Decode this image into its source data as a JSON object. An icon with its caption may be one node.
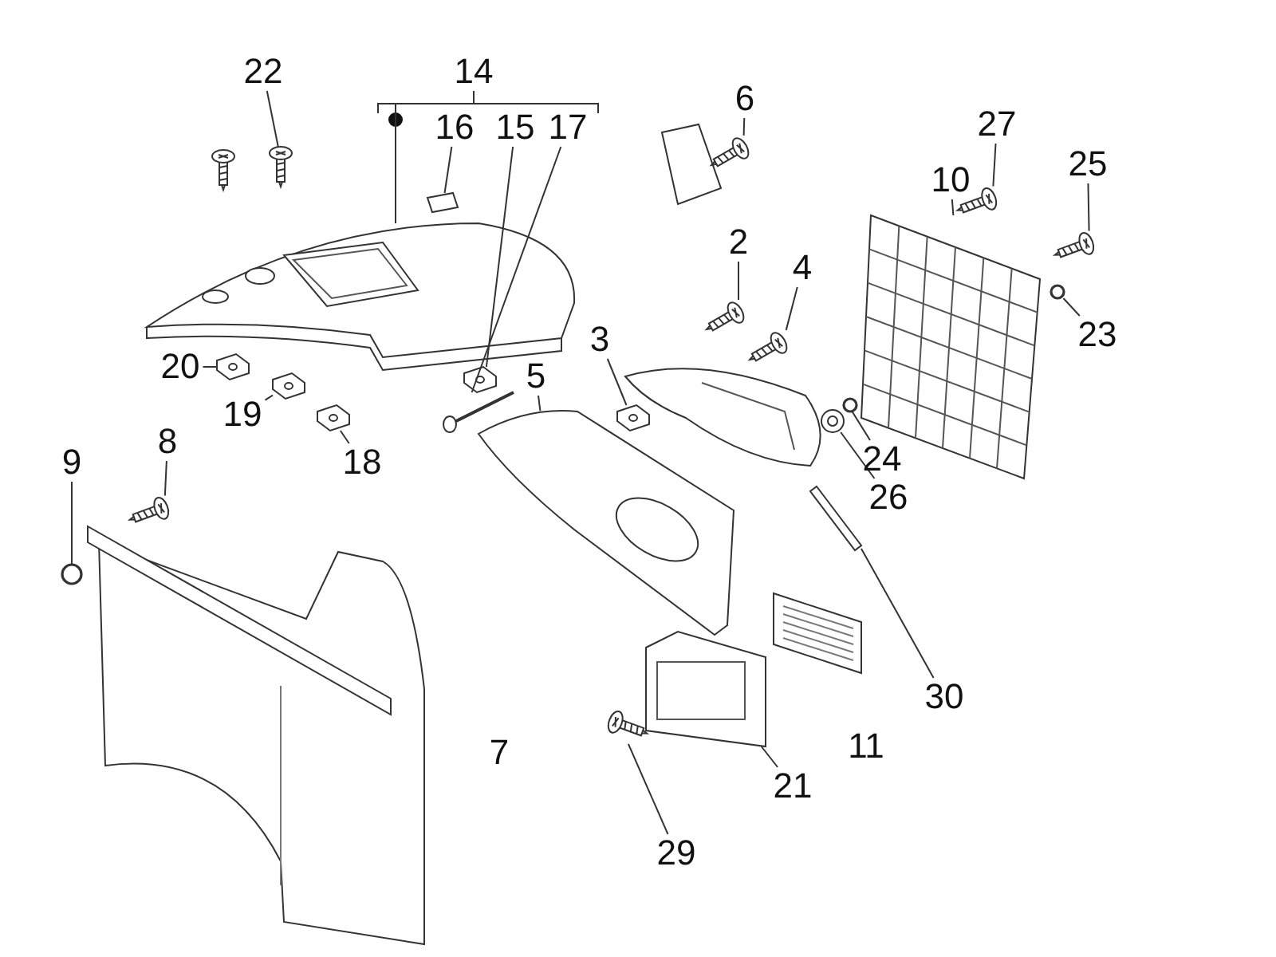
{
  "diagram": {
    "nodes": [
      {
        "text": [
          "22"
        ]
      },
      {
        "text": [
          "14"
        ]
      },
      {
        "text": [
          "6"
        ]
      },
      {
        "text": [
          "27"
        ]
      },
      {
        "text": [
          "16"
        ]
      },
      {
        "text": [
          "15"
        ]
      },
      {
        "text": [
          "17"
        ]
      },
      {
        "text": [
          "25"
        ]
      },
      {
        "text": [
          "10"
        ]
      },
      {
        "text": [
          "2"
        ]
      },
      {
        "text": [
          "4"
        ]
      },
      {
        "text": [
          "23"
        ]
      },
      {
        "text": [
          "3"
        ]
      },
      {
        "text": [
          "20"
        ]
      },
      {
        "text": [
          "5"
        ]
      },
      {
        "text": [
          "19"
        ]
      },
      {
        "text": [
          "9"
        ]
      },
      {
        "text": [
          "8"
        ]
      },
      {
        "text": [
          "24"
        ]
      },
      {
        "text": [
          "18"
        ]
      },
      {
        "text": [
          "26"
        ]
      },
      {
        "text": [
          "30"
        ]
      },
      {
        "text": [
          "21"
        ]
      },
      {
        "text": [
          "29"
        ]
      },
      {
        "text": [],
        "shape": "circle"
      },
      {
        "text": [],
        "shape": "picture"
      },
      {
        "text": [],
        "shape": "picture"
      },
      {
        "text": [],
        "shape": "picture"
      },
      {
        "text": [],
        "shape": "picture"
      },
      {
        "text": [],
        "shape": "picture"
      },
      {
        "text": [],
        "shape": "picture"
      },
      {
        "text": [],
        "shape": "picture"
      },
      {
        "text": [],
        "shape": "picture"
      },
      {
        "text": [],
        "shape": "picture"
      },
      {
        "text": [],
        "shape": "picture"
      },
      {
        "text": [],
        "shape": "picture"
      },
      {
        "text": [],
        "shape": "picture"
      },
      {
        "text": [],
        "shape": "picture"
      },
      {
        "text": [],
        "shape": "picture"
      },
      {
        "text": [],
        "shape": "picture"
      },
      {
        "text": [],
        "shape": "picture"
      },
      {
        "text": [],
        "shape": "picture"
      },
      {
        "text": [],
        "shape": "picture"
      },
      {
        "text": [],
        "shape": "circle"
      },
      {
        "text": [],
        "shape": "picture"
      },
      {
        "text": [],
        "shape": "picture"
      },
      {
        "text": [],
        "shape": "circle"
      },
      {
        "text": [],
        "shape": "picture"
      }
    ],
    "edges": [
      {
        "from": 0,
        "to": 27,
        "arrow": "none"
      },
      {
        "from": 1,
        "to": 30,
        "arrow": "none"
      },
      {
        "from": 2,
        "to": 39,
        "arrow": "none"
      },
      {
        "from": 3,
        "to": 45,
        "arrow": "none"
      },
      {
        "from": 4,
        "to": 31,
        "arrow": "none"
      },
      {
        "from": 5,
        "to": 32,
        "arrow": "none"
      },
      {
        "from": 6,
        "to": 33,
        "arrow": "none"
      },
      {
        "from": 7,
        "to": 47,
        "arrow": "none"
      },
      {
        "from": 8,
        "to": 44,
        "arrow": "none"
      },
      {
        "from": 9,
        "to": 38,
        "arrow": "none"
      },
      {
        "from": 10,
        "to": 40,
        "arrow": "none"
      },
      {
        "from": 11,
        "to": 46,
        "arrow": "none"
      },
      {
        "from": 12,
        "to": 36,
        "arrow": "none"
      },
      {
        "from": 13,
        "to": 26,
        "arrow": "none"
      },
      {
        "from": 14,
        "to": 34,
        "arrow": "none"
      },
      {
        "from": 15,
        "to": 28,
        "arrow": "none"
      },
      {
        "from": 16,
        "to": 24,
        "arrow": "none"
      },
      {
        "from": 17,
        "to": 25,
        "arrow": "none"
      },
      {
        "from": 18,
        "to": 43,
        "arrow": "none"
      },
      {
        "from": 19,
        "to": 29,
        "arrow": "none"
      },
      {
        "from": 20,
        "to": 41,
        "arrow": "none"
      },
      {
        "from": 21,
        "to": 42,
        "arrow": "none"
      },
      {
        "from": 22,
        "to": 37,
        "arrow": "none"
      },
      {
        "from": 23,
        "to": 35,
        "arrow": "none"
      }
    ],
    "labels": [
      "7",
      "11"
    ]
  }
}
